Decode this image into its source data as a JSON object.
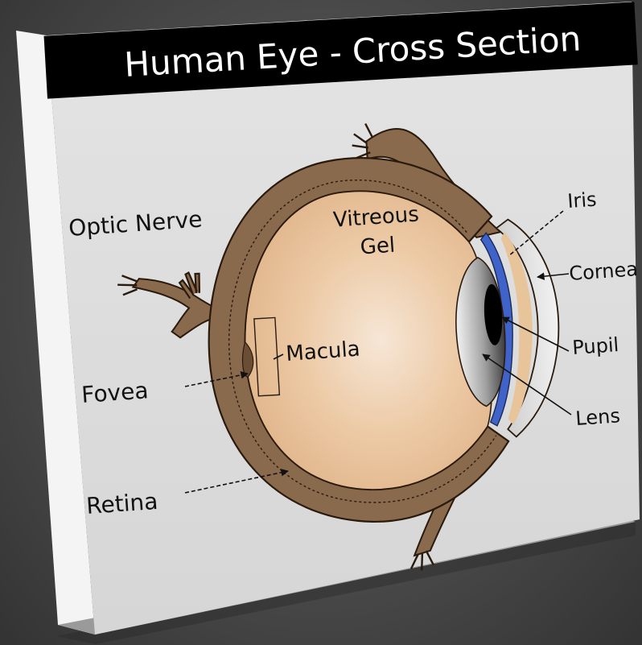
{
  "diagram": {
    "title": "Human Eye - Cross Section",
    "labels": {
      "optic_nerve": "Optic Nerve",
      "vitreous": [
        "Vitreous",
        "Gel"
      ],
      "macula": "Macula",
      "fovea": "Fovea",
      "retina": "Retina",
      "iris": "Iris",
      "cornea": "Cornea",
      "pupil": "Pupil",
      "lens": "Lens"
    }
  },
  "colors": {
    "background": "#4a4a4a",
    "title_bar": "#000000",
    "card_face": "#dedede",
    "sclera": "#8a6a4c",
    "vitreous": "#e9c7a2",
    "iris": "#3f63c8",
    "lens": "#9a9a9a",
    "cornea": "#d8d8d8"
  }
}
